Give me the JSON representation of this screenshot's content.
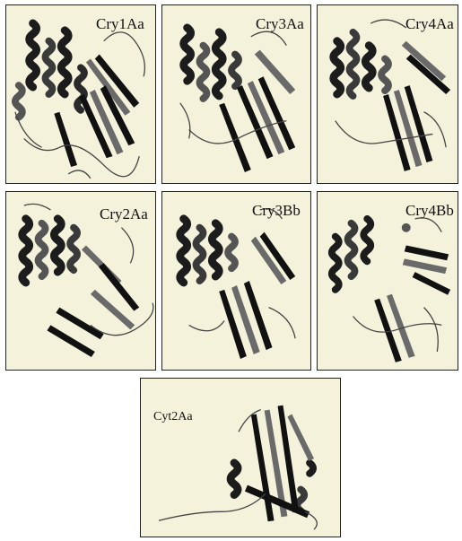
{
  "figure": {
    "panels": [
      {
        "label": "Cry1Aa",
        "structure": "protein-structure-ribbon"
      },
      {
        "label": "Cry3Aa",
        "structure": "protein-structure-ribbon"
      },
      {
        "label": "Cry4Aa",
        "structure": "protein-structure-ribbon"
      },
      {
        "label": "Cry2Aa",
        "structure": "protein-structure-ribbon"
      },
      {
        "label": "Cry3Bb",
        "structure": "protein-structure-ribbon"
      },
      {
        "label": "Cry4Bb",
        "structure": "protein-structure-ribbon"
      },
      {
        "label": "Cyt2Aa",
        "structure": "protein-structure-ribbon"
      }
    ],
    "colors": {
      "panel_background": "#f5f2dc",
      "helix_dark": "#1c1c1c",
      "helix_mid": "#555555",
      "sheet_dark": "#111111",
      "sheet_gray": "#6a6a6a",
      "coil": "#444444"
    }
  }
}
